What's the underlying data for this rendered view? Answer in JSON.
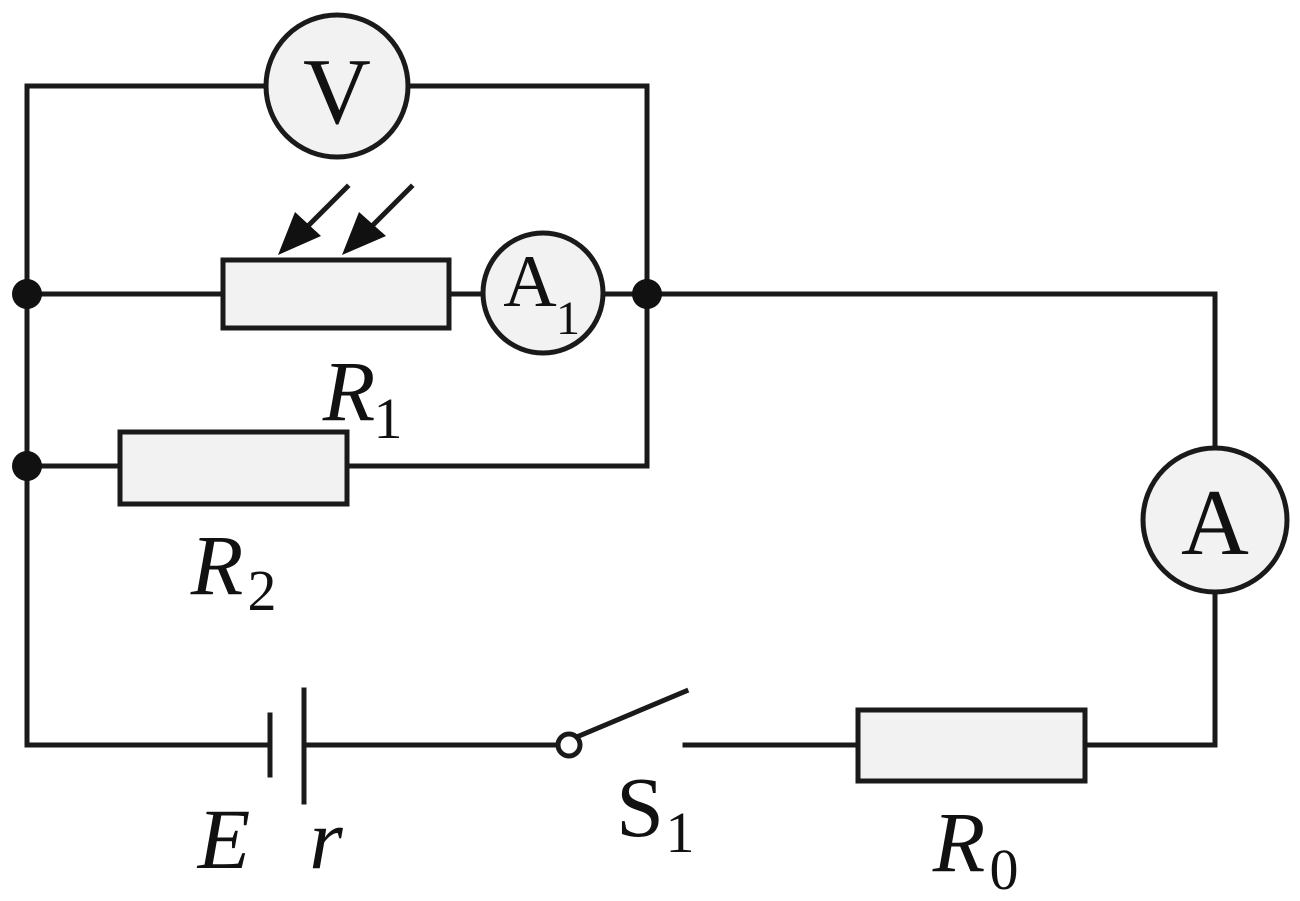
{
  "labels": {
    "voltmeter": "V",
    "ammeter_main": "A",
    "ammeter_1": "A",
    "ammeter_1_sub": "1",
    "r1_main": "R",
    "r1_sub": "1",
    "r2_main": "R",
    "r2_sub": "2",
    "r0_main": "R",
    "r0_sub": "0",
    "emf": "E",
    "internal_r": "r",
    "switch_main": "S",
    "switch_sub": "1"
  },
  "colors": {
    "wire": "#1a1a1a",
    "component_fill": "#f2f2f2"
  }
}
